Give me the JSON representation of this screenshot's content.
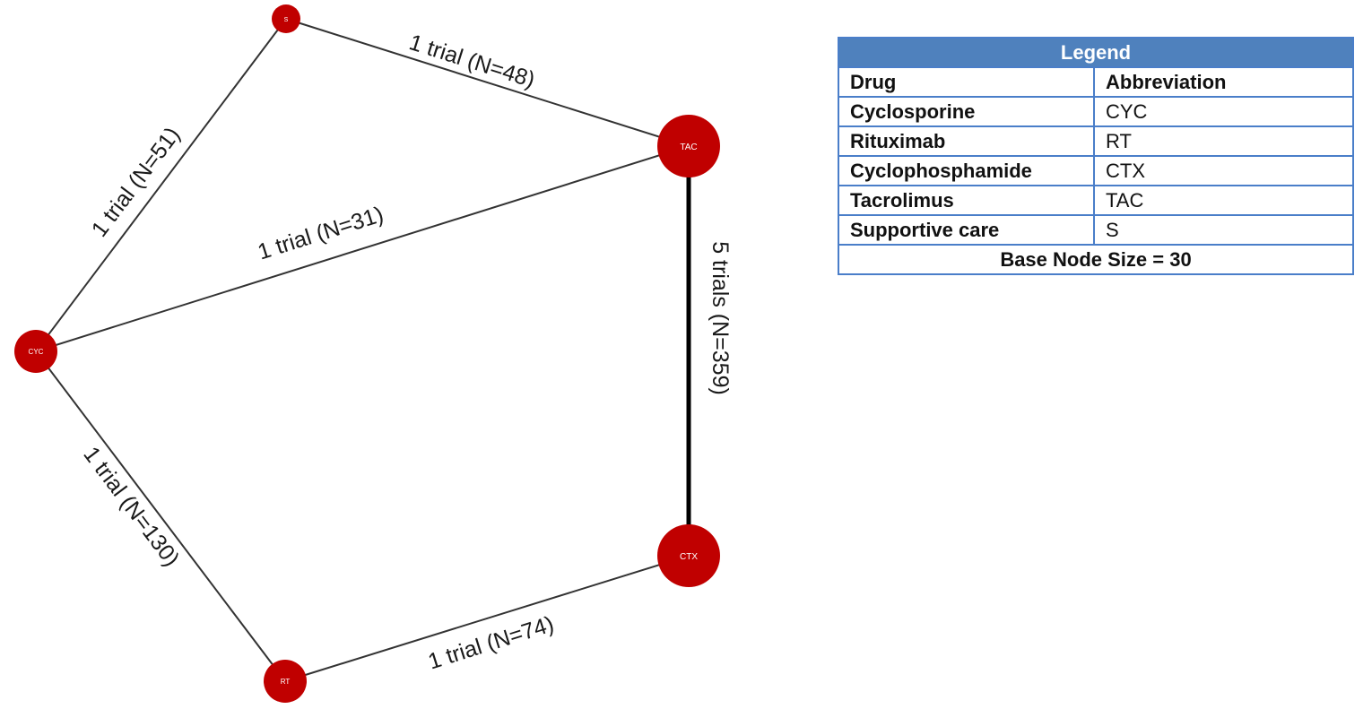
{
  "network": {
    "node_color": "#c00000",
    "edge_color": "#333333",
    "nodes": [
      {
        "id": "S",
        "label": "S",
        "relative_size": "small"
      },
      {
        "id": "TAC",
        "label": "TAC",
        "relative_size": "large"
      },
      {
        "id": "CYC",
        "label": "CYC",
        "relative_size": "medium"
      },
      {
        "id": "CTX",
        "label": "CTX",
        "relative_size": "large"
      },
      {
        "id": "RT",
        "label": "RT",
        "relative_size": "medium"
      }
    ],
    "edges": [
      {
        "from": "S",
        "to": "TAC",
        "label": "1 trial (N=48)",
        "trials": 1,
        "n": 48
      },
      {
        "from": "S",
        "to": "CYC",
        "label": "1 trial (N=51)",
        "trials": 1,
        "n": 51
      },
      {
        "from": "CYC",
        "to": "TAC",
        "label": "1 trial (N=31)",
        "trials": 1,
        "n": 31
      },
      {
        "from": "TAC",
        "to": "CTX",
        "label": "5 trials (N=359)",
        "trials": 5,
        "n": 359
      },
      {
        "from": "CYC",
        "to": "RT",
        "label": "1 trial (N=130)",
        "trials": 1,
        "n": 130
      },
      {
        "from": "RT",
        "to": "CTX",
        "label": "1 trial (N=74)",
        "trials": 1,
        "n": 74
      }
    ]
  },
  "legend": {
    "title": "Legend",
    "header_color": "#4f81bd",
    "border_color": "#4a7ec9",
    "columns": [
      "Drug",
      "Abbreviation"
    ],
    "rows": [
      {
        "drug": "Cyclosporine",
        "abbr": "CYC"
      },
      {
        "drug": "Rituximab",
        "abbr": "RT"
      },
      {
        "drug": "Cyclophosphamide",
        "abbr": "CTX"
      },
      {
        "drug": "Tacrolimus",
        "abbr": "TAC"
      },
      {
        "drug": "Supportive care",
        "abbr": "S"
      }
    ],
    "footer": "Base Node Size = 30"
  }
}
